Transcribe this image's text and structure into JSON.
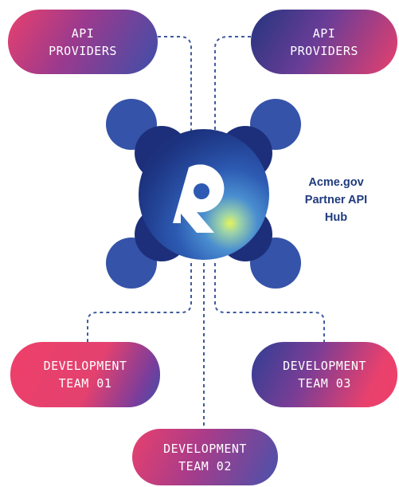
{
  "providers": [
    {
      "line1": "API",
      "line2": "PROVIDERS"
    },
    {
      "line1": "API",
      "line2": "PROVIDERS"
    }
  ],
  "teams": [
    {
      "line1": "DEVELOPMENT",
      "line2": "TEAM 01"
    },
    {
      "line1": "DEVELOPMENT",
      "line2": "TEAM 02"
    },
    {
      "line1": "DEVELOPMENT",
      "line2": "TEAM 03"
    }
  ],
  "hub": {
    "name_line1": "Acme.gov",
    "name_line2": "Partner API Hub",
    "logo_icon": "stylized-r-logo-icon"
  },
  "colors": {
    "pink": "#e8406d",
    "navy": "#24357e",
    "blue": "#3553a8",
    "label": "#1f3b7d",
    "connector": "#3e5a9e"
  }
}
